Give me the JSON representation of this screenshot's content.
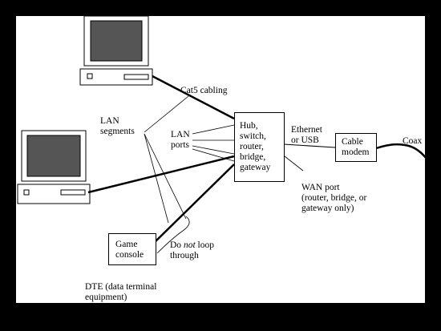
{
  "labels": {
    "cat5": "Cat5 cabling",
    "lan_segments": "LAN\nsegments",
    "lan_ports": "LAN\nports",
    "hub": "Hub,\nswitch,\nrouter,\nbridge,\ngateway",
    "ethernet_usb": "Ethernet\nor USB",
    "cable_modem": "Cable\nmodem",
    "coax": "Coax",
    "wan_port": "WAN port\n(router, bridge, or\ngateway only)",
    "game_console": "Game\nconsole",
    "loop_prefix": "Do ",
    "loop_emph": "not",
    "loop_suffix": " loop\nthrough",
    "dte": "DTE (data terminal\nequipment)"
  }
}
